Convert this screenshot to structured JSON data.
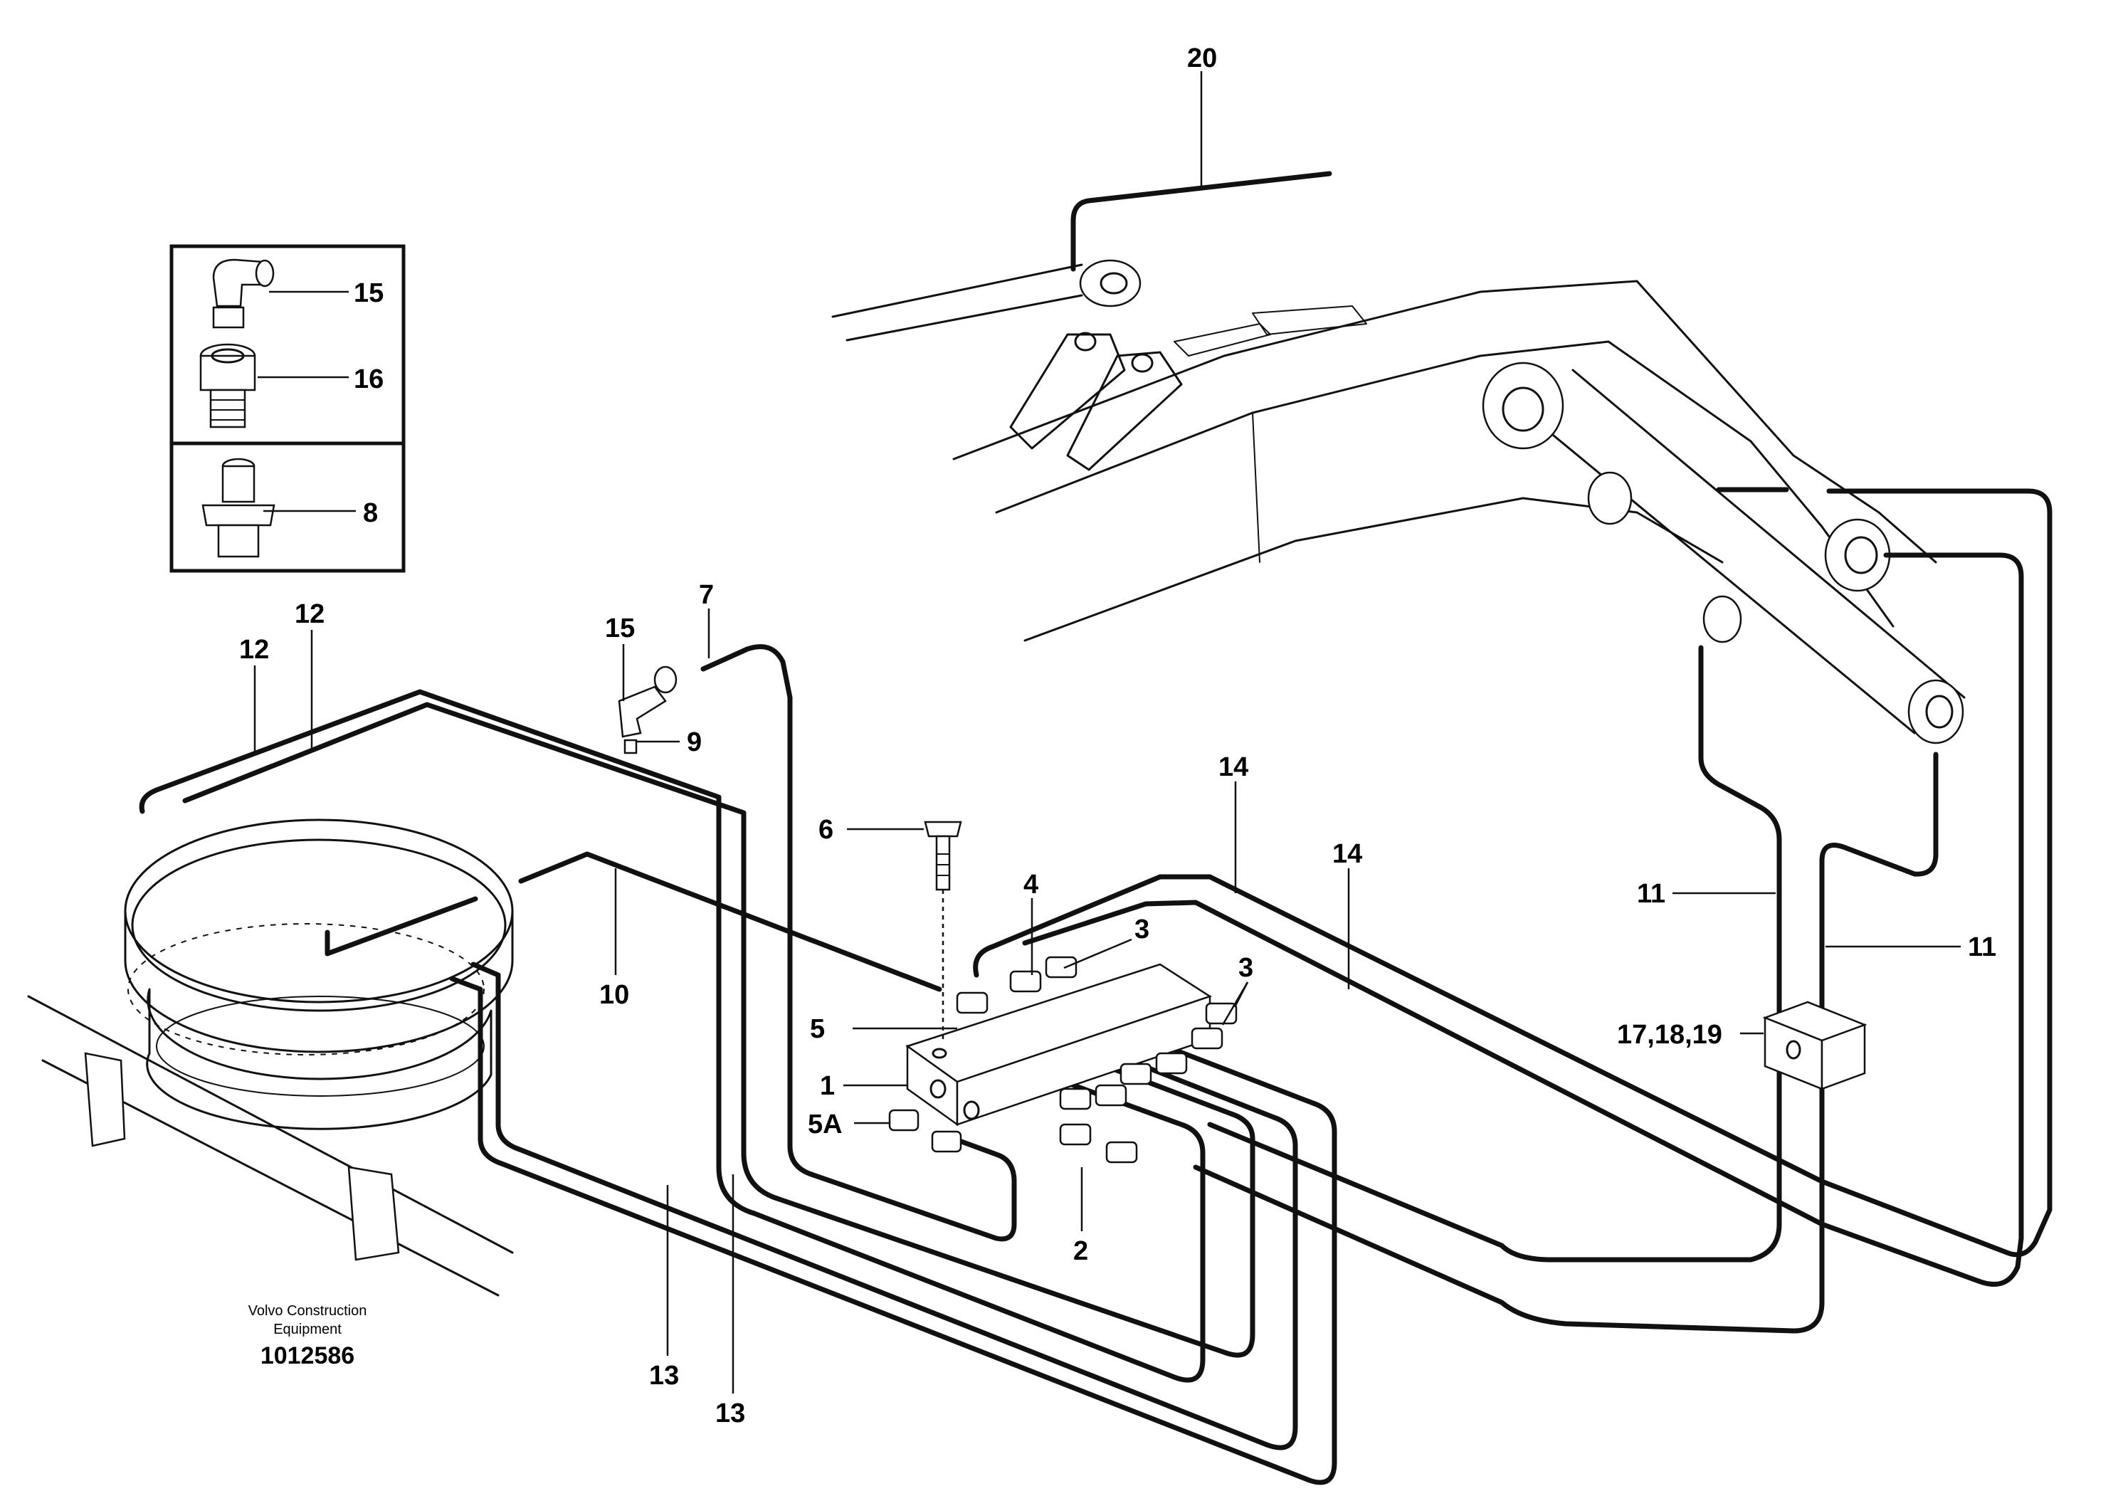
{
  "callouts": [
    {
      "id": "c20",
      "text": "20"
    },
    {
      "id": "c15a",
      "text": "15"
    },
    {
      "id": "c16",
      "text": "16"
    },
    {
      "id": "c8",
      "text": "8"
    },
    {
      "id": "c12a",
      "text": "12"
    },
    {
      "id": "c12b",
      "text": "12"
    },
    {
      "id": "c7",
      "text": "7"
    },
    {
      "id": "c15b",
      "text": "15"
    },
    {
      "id": "c9",
      "text": "9"
    },
    {
      "id": "c6",
      "text": "6"
    },
    {
      "id": "c14a",
      "text": "14"
    },
    {
      "id": "c14b",
      "text": "14"
    },
    {
      "id": "c4",
      "text": "4"
    },
    {
      "id": "c3a",
      "text": "3"
    },
    {
      "id": "c3b",
      "text": "3"
    },
    {
      "id": "c10",
      "text": "10"
    },
    {
      "id": "c5",
      "text": "5"
    },
    {
      "id": "c1",
      "text": "1"
    },
    {
      "id": "c5A",
      "text": "5A"
    },
    {
      "id": "c2",
      "text": "2"
    },
    {
      "id": "c11a",
      "text": "11"
    },
    {
      "id": "c11b",
      "text": "11"
    },
    {
      "id": "c171819",
      "text": "17,18,19"
    },
    {
      "id": "c13a",
      "text": "13"
    },
    {
      "id": "c13b",
      "text": "13"
    }
  ],
  "footer": {
    "company_line1": "Volvo Construction",
    "company_line2": "Equipment",
    "drawing_number": "1012586"
  }
}
